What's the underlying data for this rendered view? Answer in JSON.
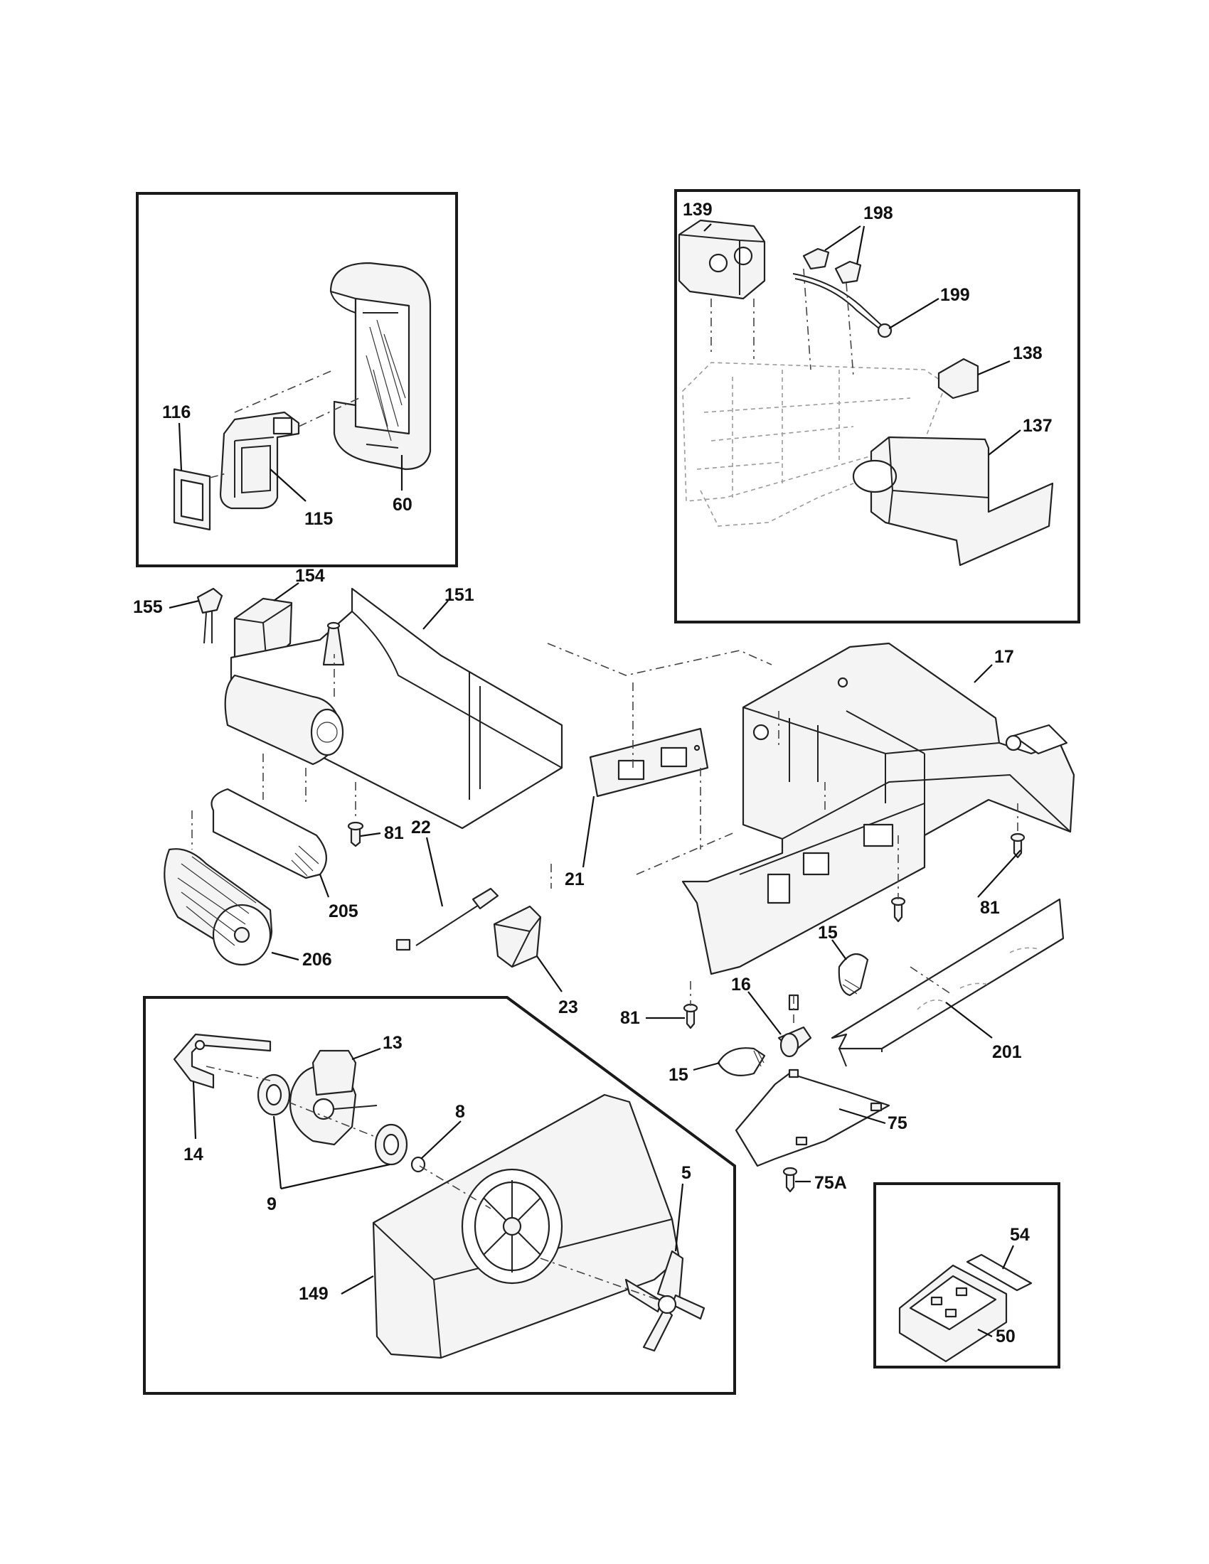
{
  "callouts": {
    "c116": "116",
    "c115": "115",
    "c60": "60",
    "c139": "139",
    "c198": "198",
    "c199": "199",
    "c138": "138",
    "c137": "137",
    "c155": "155",
    "c154": "154",
    "c151": "151",
    "c17": "17",
    "c81a": "81",
    "c22": "22",
    "c21": "21",
    "c205": "205",
    "c206": "206",
    "c23": "23",
    "c81b": "81",
    "c15a": "15",
    "c16": "16",
    "c81c": "81",
    "c201": "201",
    "c15b": "15",
    "c13": "13",
    "c14": "14",
    "c8": "8",
    "c9": "9",
    "c75": "75",
    "c75A": "75A",
    "c5": "5",
    "c149": "149",
    "c54": "54",
    "c50": "50"
  }
}
